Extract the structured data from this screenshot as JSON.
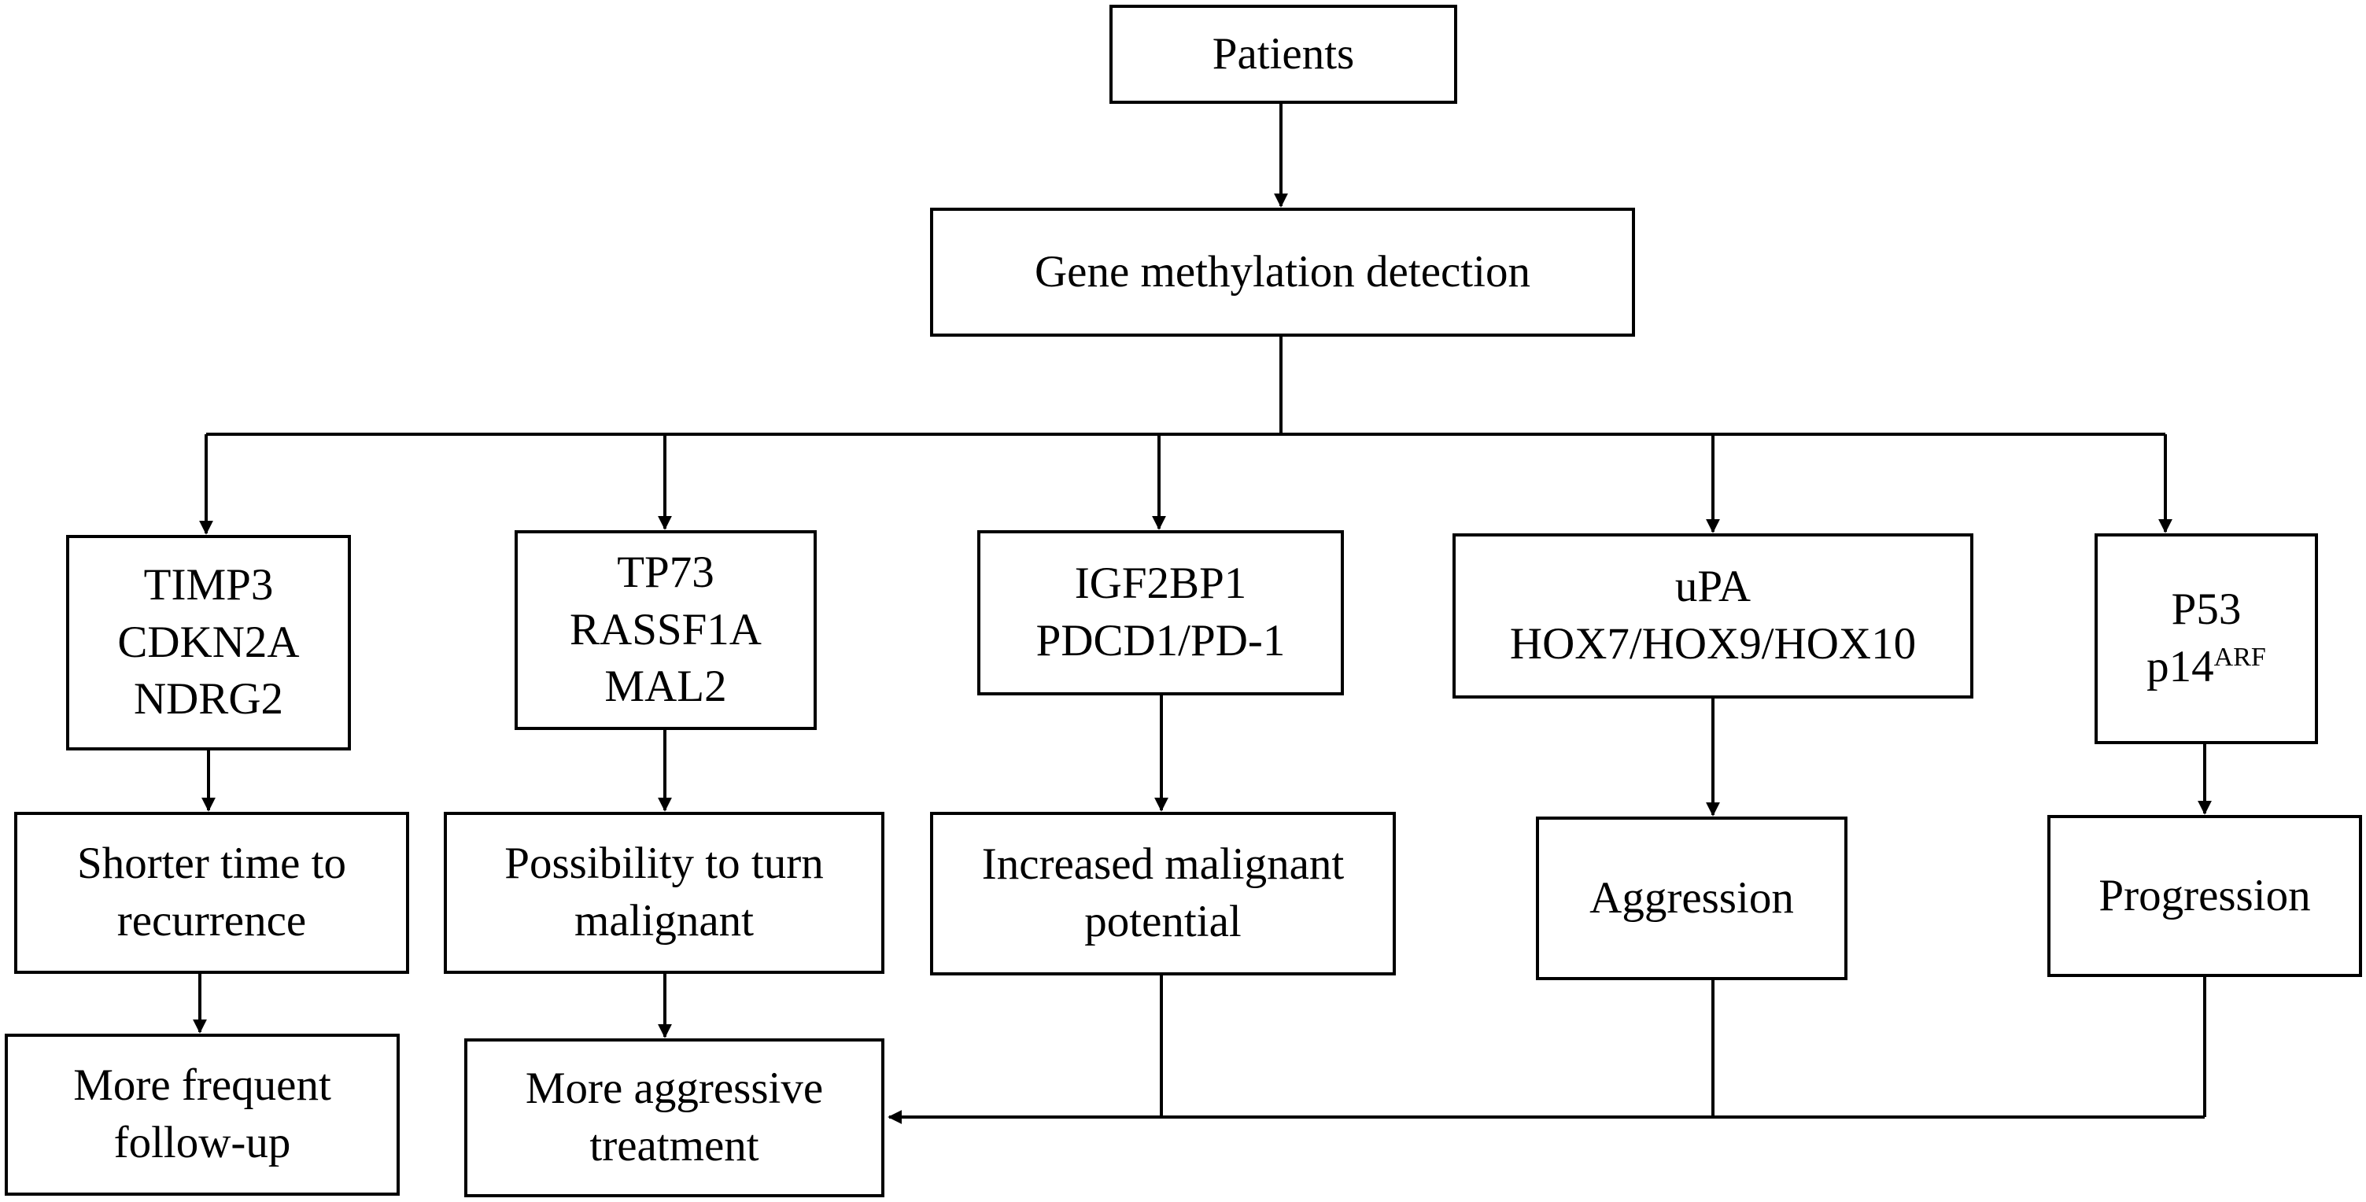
{
  "diagram": {
    "start": {
      "label": "Patients"
    },
    "detection": {
      "label": "Gene methylation detection"
    },
    "genes": [
      {
        "lines": [
          "TIMP3",
          "CDKN2A",
          "NDRG2"
        ]
      },
      {
        "lines": [
          "TP73",
          "RASSF1A",
          "MAL2"
        ]
      },
      {
        "lines": [
          "IGF2BP1",
          "PDCD1/PD-1"
        ]
      },
      {
        "lines": [
          "uPA",
          "HOX7/HOX9/HOX10"
        ]
      },
      {
        "lines": [
          "P53"
        ],
        "extra_base": "p14",
        "extra_sup": "ARF"
      }
    ],
    "outcomes": [
      {
        "lines": [
          "Shorter time to",
          "recurrence"
        ]
      },
      {
        "lines": [
          "Possibility to turn",
          "malignant"
        ]
      },
      {
        "lines": [
          "Increased malignant",
          "potential"
        ]
      },
      {
        "lines": [
          "Aggression"
        ]
      },
      {
        "lines": [
          "Progression"
        ]
      }
    ],
    "actions": [
      {
        "lines": [
          "More frequent",
          "follow-up"
        ]
      },
      {
        "lines": [
          "More aggressive",
          "treatment"
        ]
      }
    ]
  }
}
